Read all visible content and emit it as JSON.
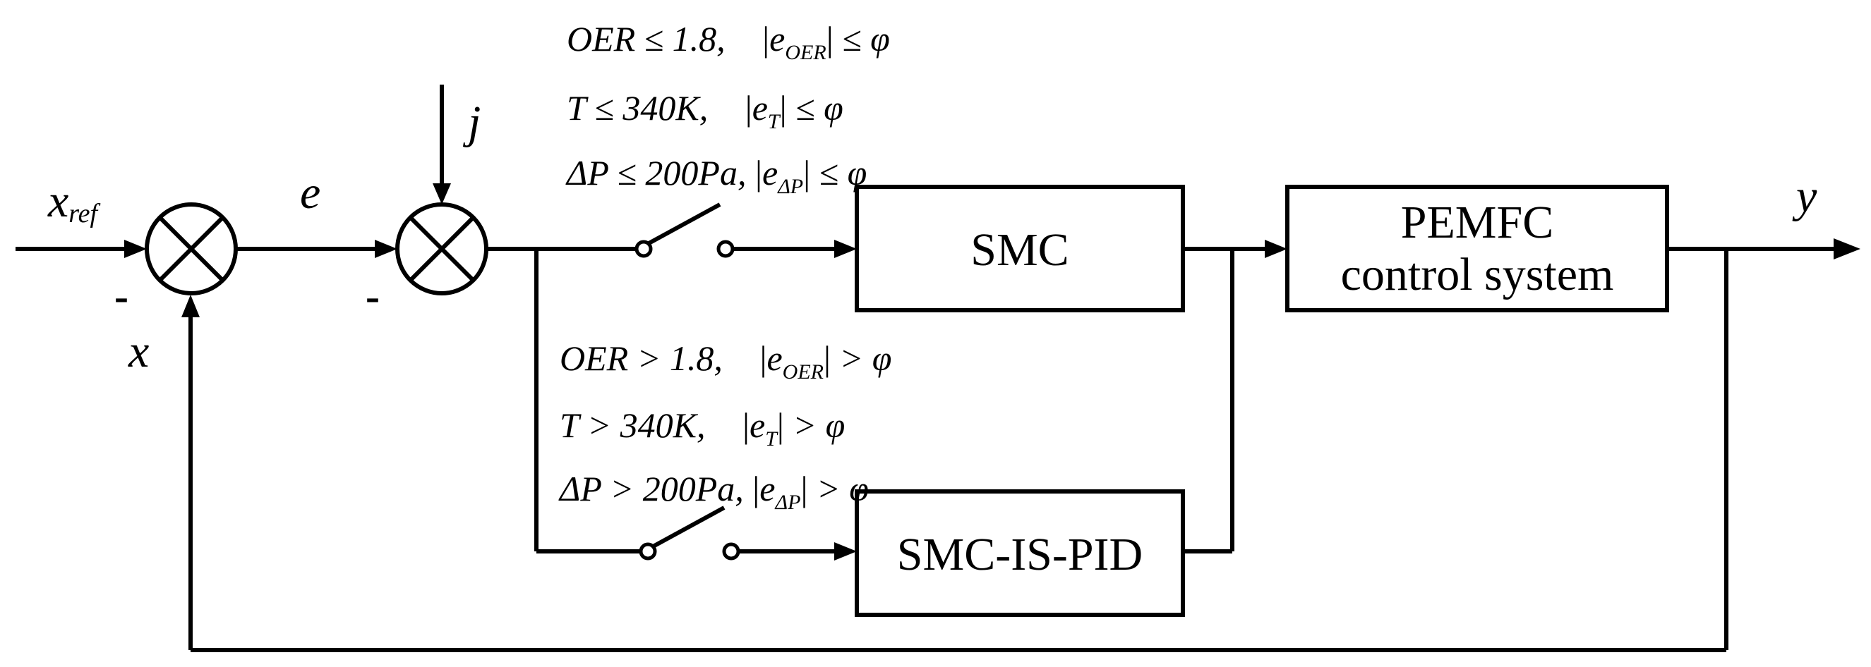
{
  "blocks": {
    "smc": "SMC",
    "smc_is_pid": "SMC-IS-PID",
    "pemfc_line1": "PEMFC",
    "pemfc_line2": "control system"
  },
  "signals": {
    "x_ref_main": "x",
    "x_ref_sub": "ref",
    "e": "e",
    "j": "j",
    "x": "x",
    "y": "y",
    "minus_1": "-",
    "minus_2": "-"
  },
  "conditions_smc": {
    "oer": {
      "left": "OER ≤ 1.8,",
      "e": "e",
      "sub": "OER",
      "right": "≤ φ"
    },
    "t": {
      "left": "T ≤ 340K,",
      "e": "e",
      "sub": "T",
      "right": "≤ φ"
    },
    "dp": {
      "left": "ΔP ≤ 200Pa,",
      "e": "e",
      "sub": "ΔP",
      "right": "≤ φ"
    }
  },
  "conditions_pid": {
    "oer": {
      "left": "OER > 1.8,",
      "e": "e",
      "sub": "OER",
      "right": "> φ"
    },
    "t": {
      "left": "T > 340K,",
      "e": "e",
      "sub": "T",
      "right": "> φ"
    },
    "dp": {
      "left": "ΔP > 200Pa,",
      "e": "e",
      "sub": "ΔP",
      "right": "> φ"
    }
  }
}
